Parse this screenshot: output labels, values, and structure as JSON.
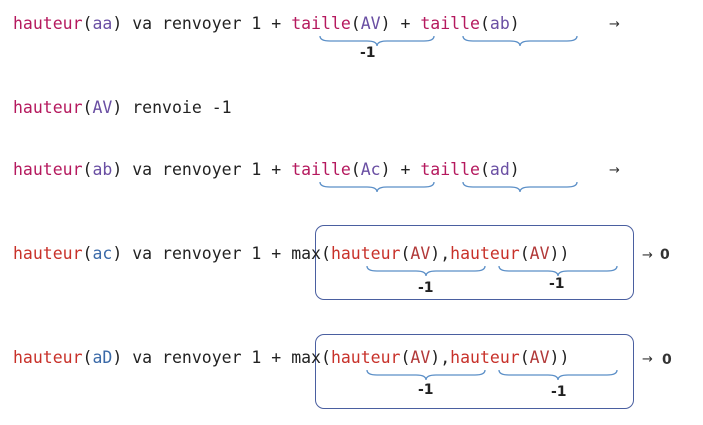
{
  "lines": [
    {
      "call_fn": "hauteur",
      "call_arg": "aa",
      "mid": " va renvoyer 1 + ",
      "t1_fn": "taille",
      "t1_arg": "AV",
      "plus": " + ",
      "t2_fn": "taille",
      "t2_arg": "ab",
      "brace1_label": "-1",
      "arrow": "→"
    },
    {
      "call_fn": "hauteur",
      "call_arg": "AV",
      "mid": " renvoie -1"
    },
    {
      "call_fn": "hauteur",
      "call_arg": "ab",
      "mid": " va renvoyer 1 + ",
      "t1_fn": "taille",
      "t1_arg": "Ac",
      "plus": " + ",
      "t2_fn": "taille",
      "t2_arg": "ad",
      "arrow": "→"
    },
    {
      "call_fn": "hauteur",
      "call_arg": "ac",
      "mid": " va renvoyer 1 + ",
      "max": "max(",
      "h1_fn": "hauteur",
      "h1_arg": "AV",
      "comma": ",",
      "h2_fn": "hauteur",
      "h2_arg": "AV",
      "close": ")",
      "b1_label": "-1",
      "b2_label": "-1",
      "arrow": "→",
      "result": "0"
    },
    {
      "call_fn": "hauteur",
      "call_arg": "aD",
      "mid": " va renvoyer 1 + ",
      "max": "max(",
      "h1_fn": "hauteur",
      "h1_arg": "AV",
      "comma": ",",
      "h2_fn": "hauteur",
      "h2_arg": "AV",
      "close": ")",
      "b1_label": "-1",
      "b2_label": "-1",
      "arrow": "→",
      "result": "0"
    }
  ]
}
